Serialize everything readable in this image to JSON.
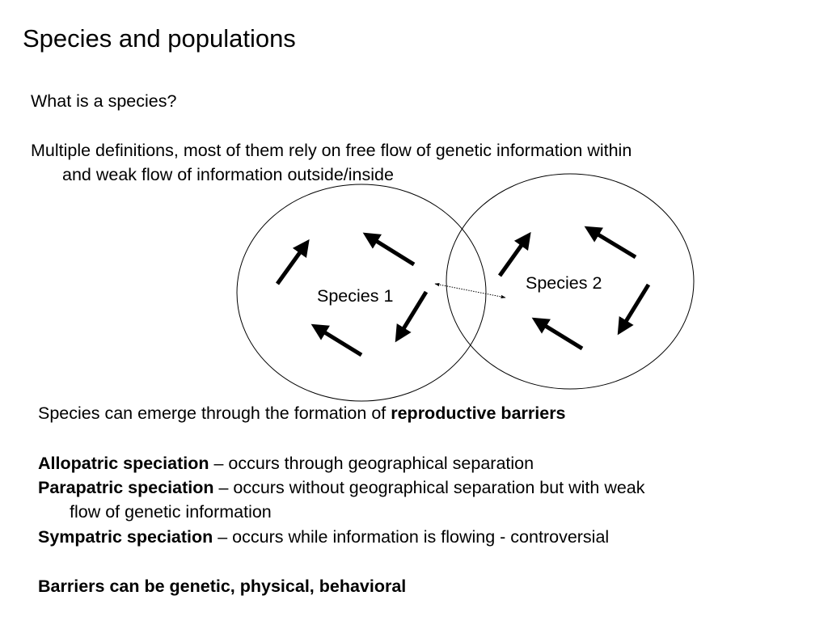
{
  "slide": {
    "title": "Species and populations",
    "question": "What is a species?",
    "definition_line1": "Multiple definitions, most of them rely on free flow of genetic information within",
    "definition_line2": "and weak flow of information outside/inside"
  },
  "diagram": {
    "species1_label": "Species 1",
    "species2_label": "Species 2"
  },
  "body": {
    "emerge_prefix": "Species can emerge through the formation of ",
    "emerge_bold": "reproductive barriers",
    "allopatric_term": "Allopatric speciation",
    "allopatric_desc": " – occurs through geographical separation",
    "parapatric_term": "Parapatric speciation",
    "parapatric_desc": " – occurs without geographical separation but with weak",
    "parapatric_desc2": "flow of genetic information",
    "sympatric_term": "Sympatric speciation",
    "sympatric_desc": " – occurs while information is flowing - controversial",
    "barriers": "Barriers can be genetic, physical, behavioral"
  }
}
